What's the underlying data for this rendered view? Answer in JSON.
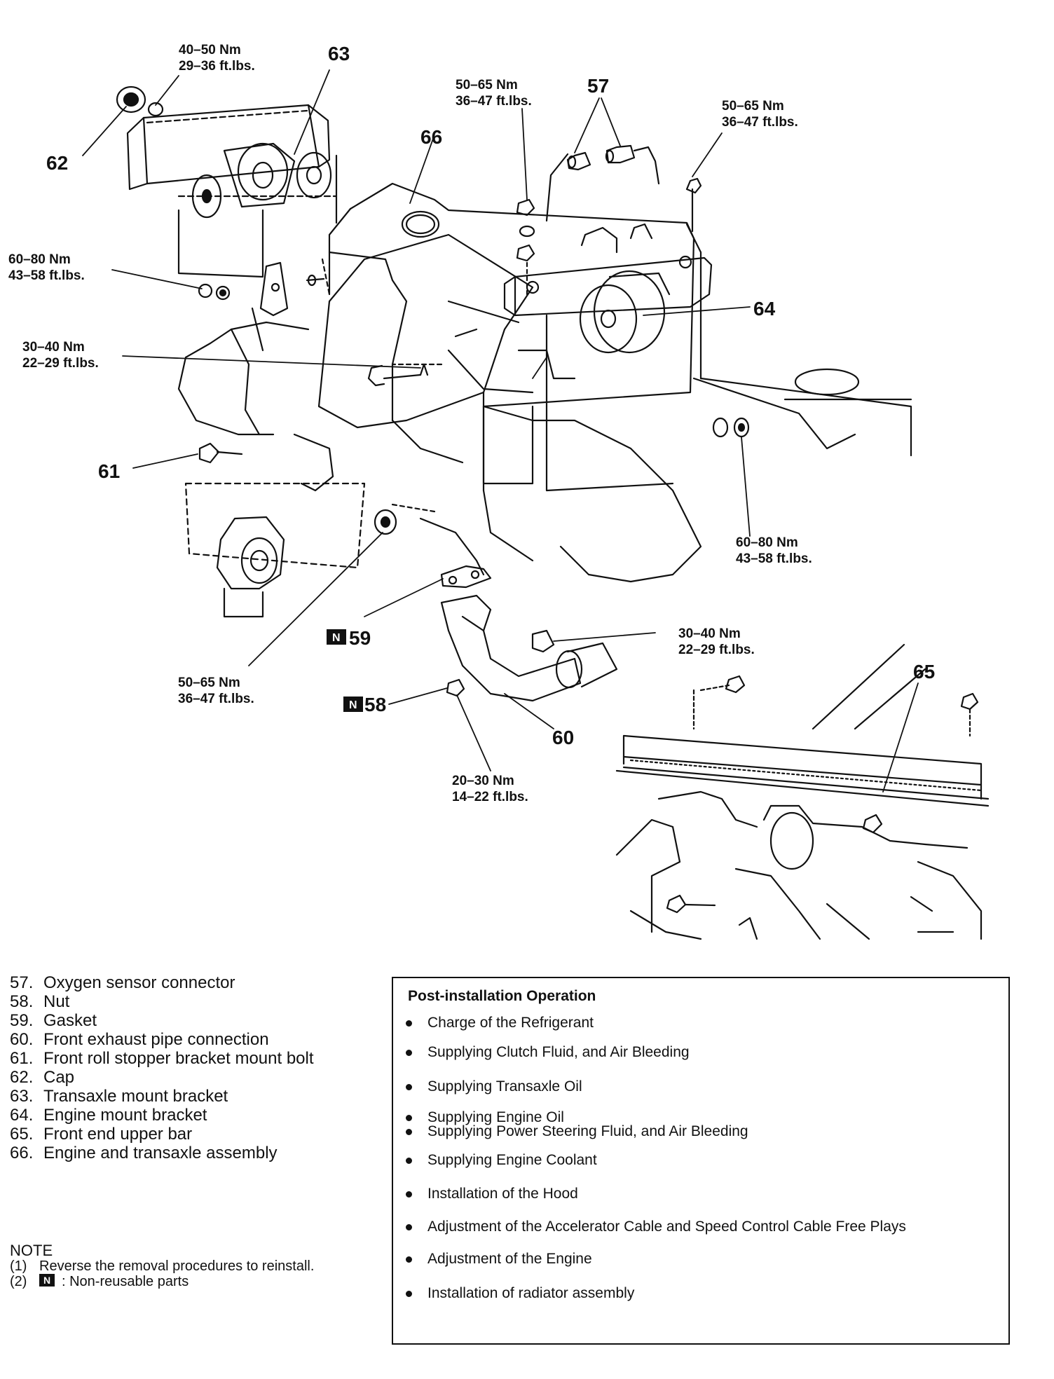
{
  "callouts": {
    "c57": "57",
    "c58": "58",
    "c59": "59",
    "c60": "60",
    "c61": "61",
    "c62": "62",
    "c63": "63",
    "c64": "64",
    "c65": "65",
    "c66": "66",
    "n_mark": "N"
  },
  "torques": {
    "t1": [
      "40–50 Nm",
      "29–36 ft.lbs."
    ],
    "t2": [
      "50–65 Nm",
      "36–47 ft.lbs."
    ],
    "t3": [
      "50–65 Nm",
      "36–47 ft.lbs."
    ],
    "t4": [
      "60–80 Nm",
      "43–58 ft.lbs."
    ],
    "t5": [
      "30–40 Nm",
      "22–29 ft.lbs."
    ],
    "t6": [
      "60–80 Nm",
      "43–58 ft.lbs."
    ],
    "t7": [
      "30–40 Nm",
      "22–29 ft.lbs."
    ],
    "t8": [
      "50–65 Nm",
      "36–47 ft.lbs."
    ],
    "t9": [
      "20–30 Nm",
      "14–22 ft.lbs."
    ]
  },
  "legend": [
    {
      "num": "57.",
      "text": "Oxygen sensor connector"
    },
    {
      "num": "58.",
      "text": "Nut"
    },
    {
      "num": "59.",
      "text": "Gasket"
    },
    {
      "num": "60.",
      "text": "Front exhaust pipe connection"
    },
    {
      "num": "61.",
      "text": "Front roll stopper bracket mount bolt"
    },
    {
      "num": "62.",
      "text": "Cap"
    },
    {
      "num": "63.",
      "text": "Transaxle mount bracket"
    },
    {
      "num": "64.",
      "text": "Engine mount bracket"
    },
    {
      "num": "65.",
      "text": "Front end upper bar"
    },
    {
      "num": "66.",
      "text": "Engine and transaxle assembly"
    }
  ],
  "note": {
    "title": "NOTE",
    "items": [
      {
        "idx": "(1)",
        "text": "Reverse the removal procedures to reinstall."
      },
      {
        "idx": "(2)",
        "mark": "N",
        "text": ": Non-reusable parts"
      }
    ]
  },
  "post_installation": {
    "heading": "Post-installation Operation",
    "items": [
      "Charge of the Refrigerant",
      "Supplying Clutch Fluid, and Air Bleeding",
      "Supplying Transaxle Oil",
      "Supplying Engine Oil",
      "Supplying Power Steering Fluid, and Air Bleeding",
      "Supplying Engine Coolant",
      "Installation of the Hood",
      "Adjustment of the Accelerator Cable and Speed Control Cable Free Plays",
      "Adjustment of the Engine",
      "Installation of radiator assembly"
    ]
  }
}
